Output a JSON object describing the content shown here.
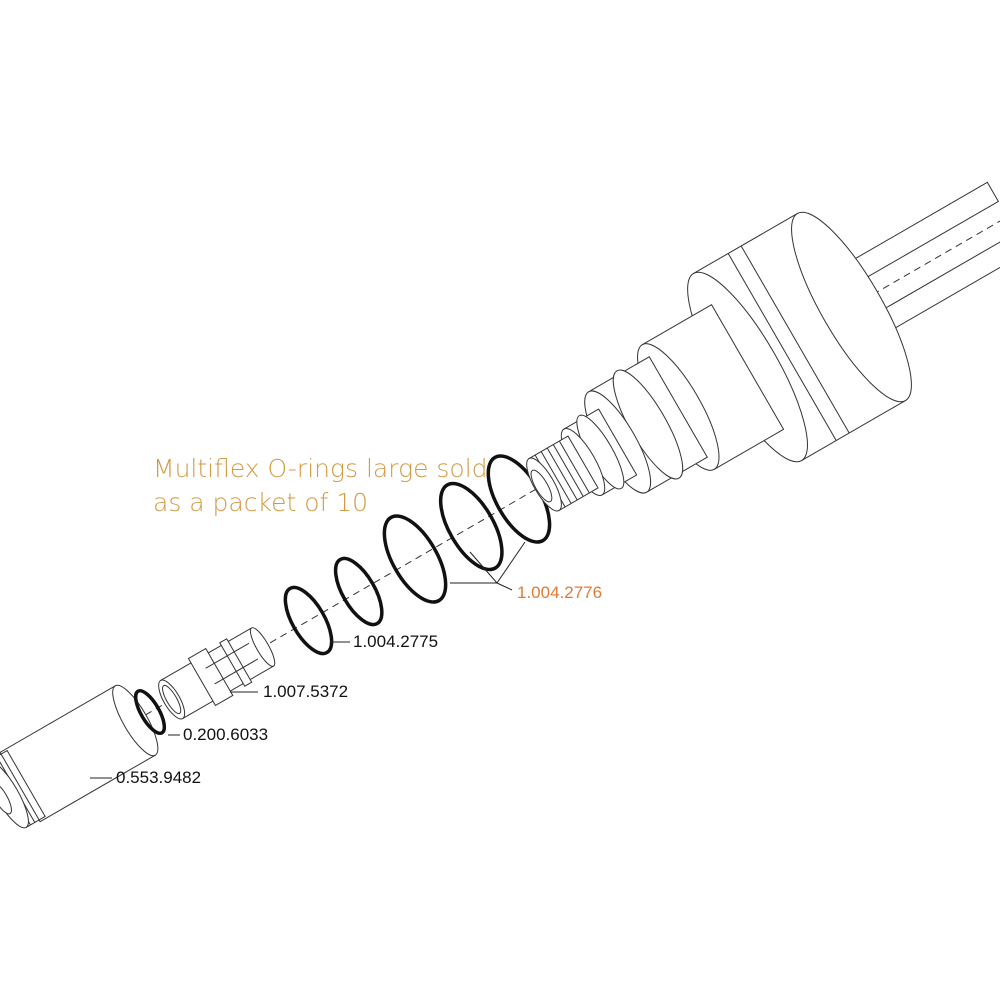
{
  "note": {
    "line1": "Multiflex O-rings large sold",
    "line2": "as a packet of 10"
  },
  "parts": [
    {
      "number": "1.004.2776",
      "highlight": true
    },
    {
      "number": "1.004.2775"
    },
    {
      "number": "1.007.5372"
    },
    {
      "number": "0.200.6033"
    },
    {
      "number": "0.553.9482"
    }
  ],
  "colors": {
    "note": "#d29a45",
    "highlight_label": "#e07a35",
    "line": "#222222"
  }
}
